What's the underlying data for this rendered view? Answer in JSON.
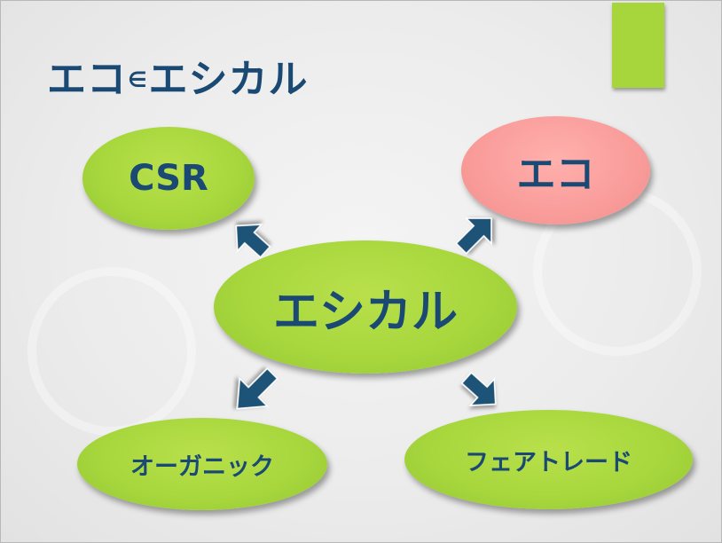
{
  "title": {
    "main_left": "エコ",
    "symbol": "∈",
    "main_right": "エシカル"
  },
  "nodes": {
    "center": "エシカル",
    "csr": "CSR",
    "eco": "エコ",
    "organic": "オーガニック",
    "fairtrade": "フェアトレード"
  },
  "colors": {
    "text": "#1a4a73",
    "node_green": "#a6d63c",
    "node_pink": "#f99c9a",
    "arrow": "#1e5377",
    "accent": "#a6d63c"
  }
}
